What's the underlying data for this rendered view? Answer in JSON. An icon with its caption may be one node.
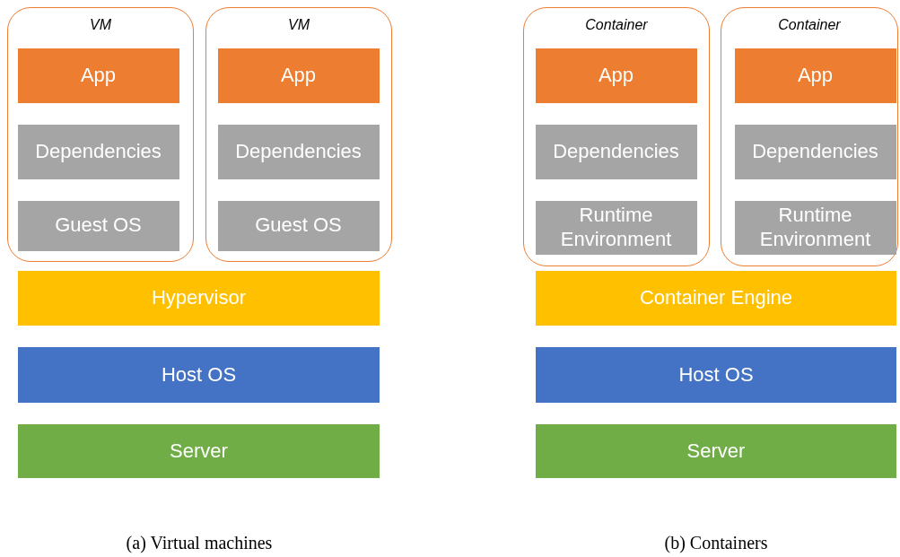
{
  "diagram": {
    "nodes": [
      {
        "text": [
          "VM"
        ]
      },
      {
        "text": [
          "App"
        ],
        "in": 0
      },
      {
        "text": [
          "Dependencies"
        ],
        "in": 0
      },
      {
        "text": [
          "Guest OS"
        ],
        "in": 0
      },
      {
        "text": [
          "VM"
        ]
      },
      {
        "text": [
          "App"
        ],
        "in": 4
      },
      {
        "text": [
          "Dependencies"
        ],
        "in": 4
      },
      {
        "text": [
          "Guest OS"
        ],
        "in": 4
      },
      {
        "text": [
          "Hypervisor"
        ]
      },
      {
        "text": [
          "Host OS"
        ]
      },
      {
        "text": [
          "Server"
        ]
      },
      {
        "text": [
          "Container"
        ]
      },
      {
        "text": [
          "App"
        ],
        "in": 11
      },
      {
        "text": [
          "Dependencies"
        ],
        "in": 11
      },
      {
        "text": [
          "Runtime Environment"
        ],
        "in": 11
      },
      {
        "text": [
          "Container"
        ]
      },
      {
        "text": [
          "App"
        ],
        "in": 15
      },
      {
        "text": [
          "Dependencies"
        ],
        "in": 15
      },
      {
        "text": [
          "Runtime Environment"
        ],
        "in": 15
      },
      {
        "text": [
          "Container Engine"
        ]
      },
      {
        "text": [
          "Host OS"
        ]
      },
      {
        "text": [
          "Server"
        ]
      }
    ],
    "edges": [],
    "labels": [
      "(a) Virtual machines",
      "(b) Containers"
    ]
  }
}
